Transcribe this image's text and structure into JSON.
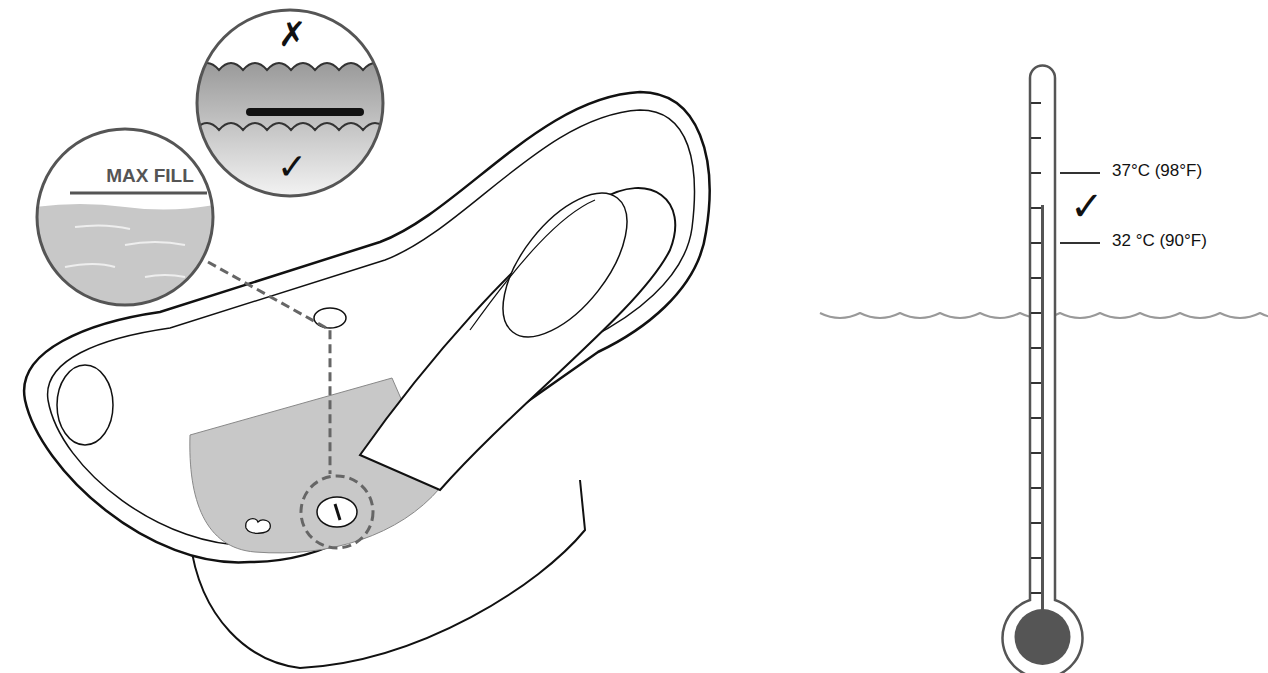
{
  "diagram": {
    "nodes": [
      {
        "text": [
          "✗",
          "✓"
        ]
      },
      {
        "text": [
          "MAX FILL"
        ]
      }
    ],
    "labels": [
      "37°C (98°F)",
      "32 °C (90°F)",
      "✓"
    ]
  }
}
